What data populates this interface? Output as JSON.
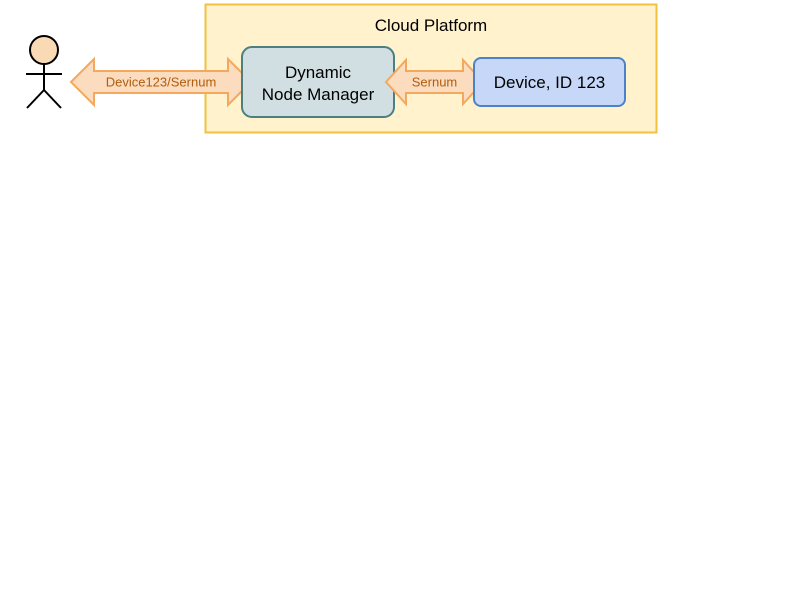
{
  "diagram": {
    "container": {
      "title": "Cloud Platform",
      "fill": "#fff2cc",
      "stroke": "#f2c140"
    },
    "actor": {
      "fill": "#fad9b5",
      "stroke": "#000000"
    },
    "nodes": {
      "node_manager": {
        "line1": "Dynamic",
        "line2": "Node Manager",
        "fill": "#d1dfe2",
        "stroke": "#4b7f80"
      },
      "device": {
        "label": "Device, ID 123",
        "fill": "#c6d7f7",
        "stroke": "#4c82c8"
      }
    },
    "arrows": {
      "actor_to_manager": {
        "label": "Device123/Sernum"
      },
      "manager_to_device": {
        "label": "Sernum"
      },
      "fill": "#fbdcbf",
      "stroke": "#f3a85e",
      "text_color": "#b15d0d"
    }
  }
}
